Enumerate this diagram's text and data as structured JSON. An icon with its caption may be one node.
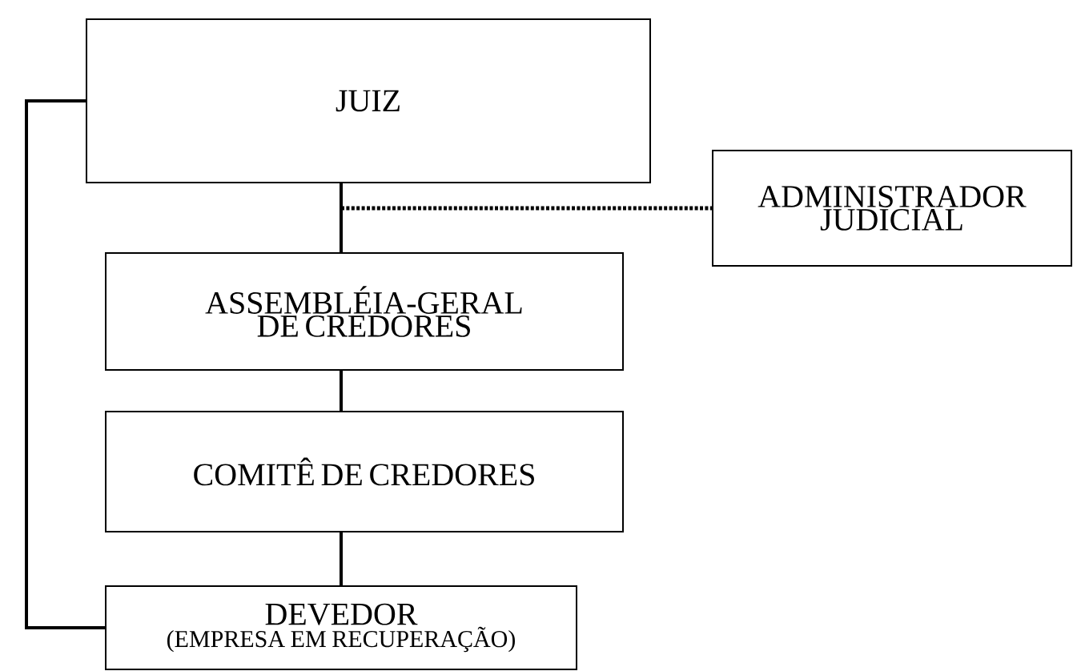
{
  "diagram": {
    "nodes": [
      {
        "text": [
          "JUIZ"
        ]
      },
      {
        "text": [
          "ADMINISTRADOR JUDICIAL"
        ]
      },
      {
        "text": [
          "ASSEMBLÉIA-GERAL DE CREDORES"
        ]
      },
      {
        "text": [
          "COMITÊ DE CREDORES"
        ]
      },
      {
        "text": [
          "DEVEDOR",
          "(EMPRESA EM RECUPERAÇÃO)"
        ]
      }
    ],
    "edges": [
      {
        "from": 0,
        "to": 2,
        "arrow": "none"
      },
      {
        "from": 0,
        "to": 1,
        "arrow": "none",
        "style": "dashed"
      },
      {
        "from": 2,
        "to": 3,
        "arrow": "none"
      },
      {
        "from": 3,
        "to": 4,
        "arrow": "none"
      },
      {
        "from": 0,
        "to": 4,
        "arrow": "none"
      }
    ]
  }
}
